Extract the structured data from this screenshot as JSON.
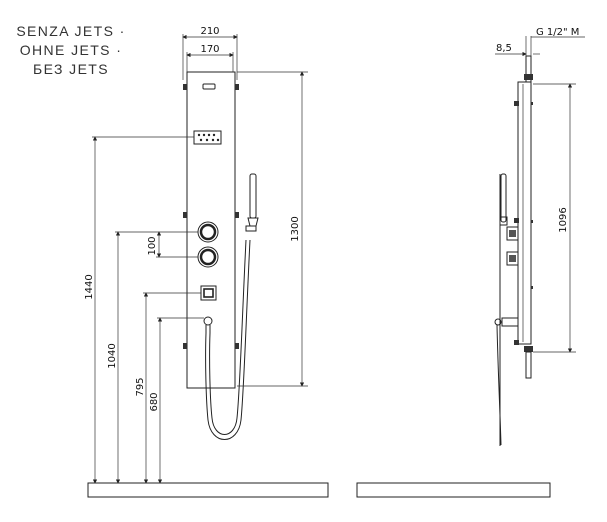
{
  "title_lines": [
    "SENZA JETS ·",
    "OHNE JETS ·",
    "БЕЗ JETS"
  ],
  "front_view": {
    "width_outer": "210",
    "width_inner": "170",
    "height_overall": "1440",
    "height_panel": "1300",
    "height_mixer": "1040",
    "height_diverter": "795",
    "height_hand_shower_outlet": "680",
    "spacing_controls": "100"
  },
  "side_view": {
    "connection": "G 1/2\" M",
    "offset": "8,5",
    "height_connections": "1096"
  }
}
